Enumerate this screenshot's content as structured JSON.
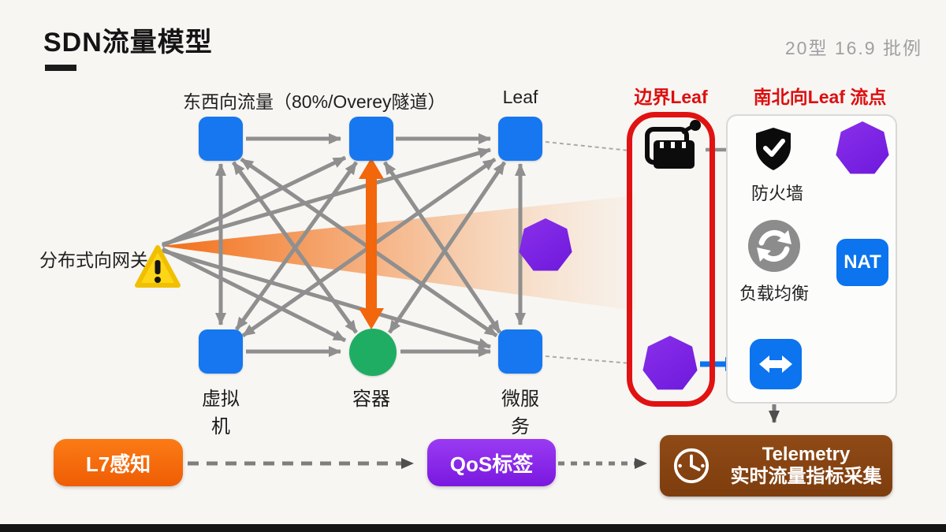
{
  "header": {
    "title": "SDN流量模型",
    "meta": "20型  16.9 批例"
  },
  "labels": {
    "east_west": "东西向流量（80%/Overey隧道）",
    "leaf": "Leaf",
    "gateway": "分布式向网关",
    "vm": "虚拟机",
    "container": "容器",
    "microservice": "微服务",
    "border_leaf": "边界Leaf",
    "north_south": "南北向Leaf 流点",
    "firewall": "防火墙",
    "load_balancer": "负载均衡",
    "nat": "NAT"
  },
  "pipeline": {
    "l7": "L7感知",
    "qos": "QoS标签",
    "telemetry_title": "Telemetry",
    "telemetry_sub": "实时流量指标采集"
  },
  "colors": {
    "node_blue": "#1677f0",
    "accent_blue": "#0b74ee",
    "green": "#1fad64",
    "purple": "#7a1fe0",
    "orange": "#f2660c",
    "red": "#e11212",
    "brown": "#8a4513",
    "yellow": "#ffd517",
    "gray_arrow": "#8f8f8f"
  }
}
